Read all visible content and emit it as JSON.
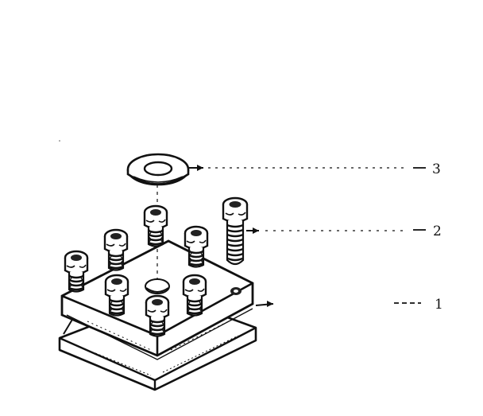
{
  "diagram": {
    "callouts": [
      {
        "id": "washer",
        "number": "3"
      },
      {
        "id": "screw",
        "number": "2"
      },
      {
        "id": "plate",
        "number": "1"
      }
    ]
  }
}
